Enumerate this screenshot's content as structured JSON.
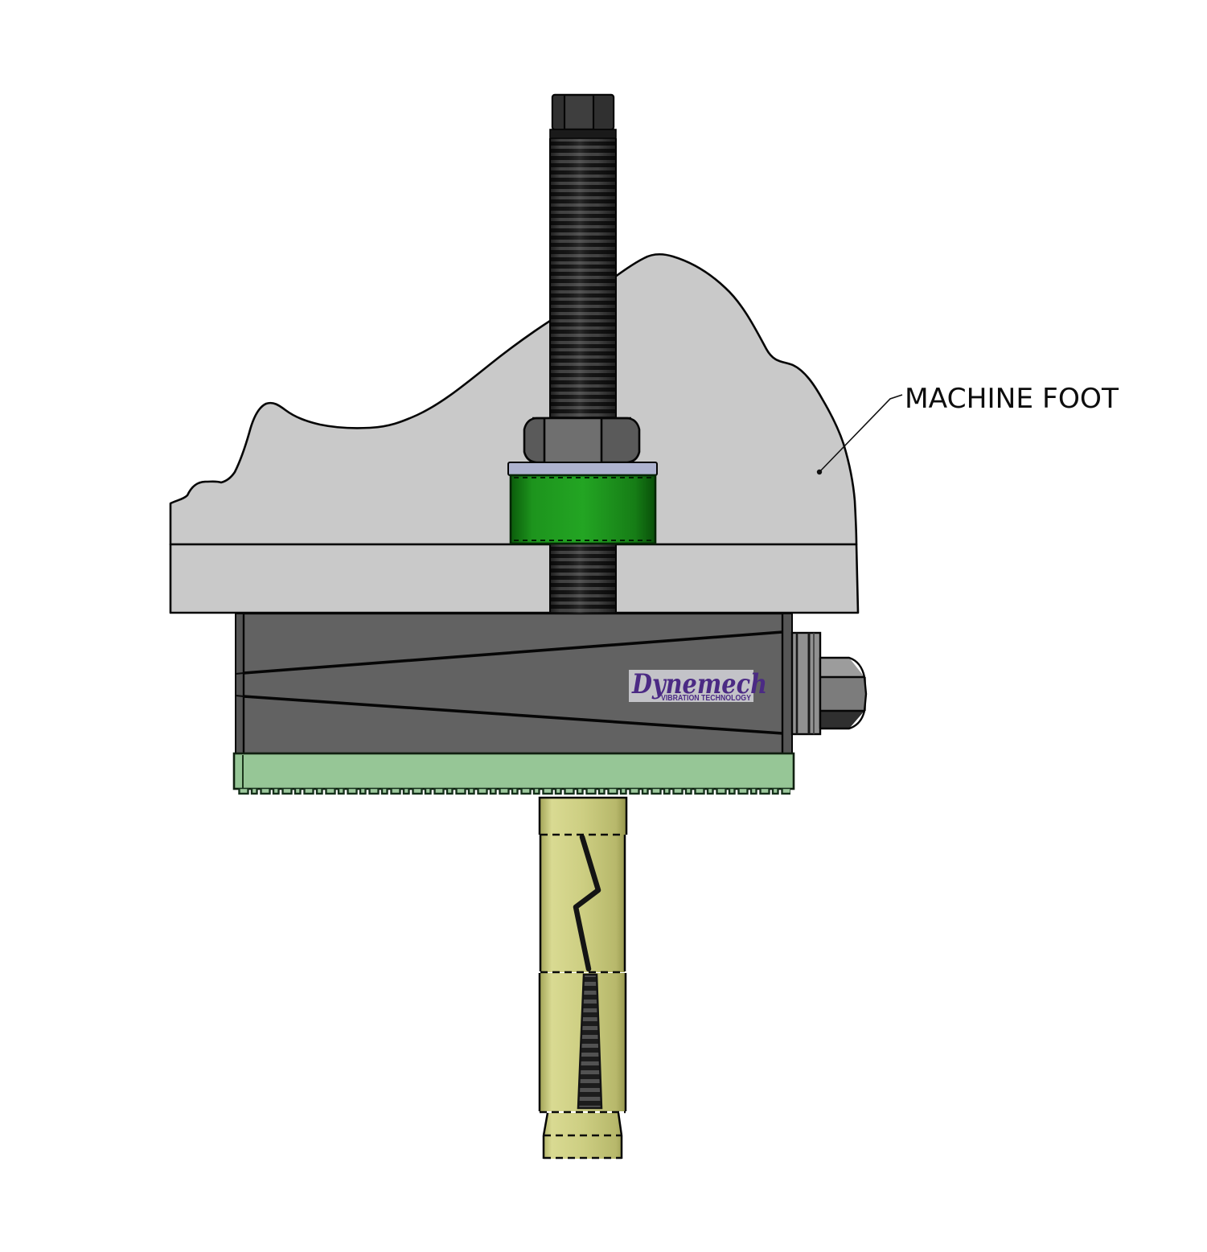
{
  "drawing": {
    "annotation_label": "MACHINE FOOT",
    "logo": {
      "brand": "Dynemech",
      "tagline": "VIBRATION TECHNOLOGY"
    }
  },
  "colors": {
    "background": "#ffffff",
    "outline": "#060606",
    "machine_foot_gray": "#c9c9c9",
    "mount_body_gray": "#626262",
    "mount_strip_gray": "#565656",
    "bushing_green_mid": "#23a523",
    "bushing_green_edge": "#0b5c0b",
    "pad_green": "#96c696",
    "pad_tooth_green": "#9cc89c",
    "washer_lavender": "#aeb3cf",
    "anchor_khaki_mid": "#cdce82",
    "anchor_khaki_edge": "#a2a356",
    "bolt_head_gray": "#3e3e3e",
    "bolt_head_side_gray": "#303030",
    "nut_top_gray": "#5a5a5a",
    "nut_top_center_gray": "#6f6f6f",
    "side_nut_light": "#9c9c9c",
    "side_nut_mid": "#7c7c7c",
    "side_nut_dark": "#2f2f2f",
    "stack_gray": "#919191",
    "logo_plate": "#c3c3c8",
    "logo_purple": "#4b2a84",
    "label_text": "#0d0d0d"
  }
}
